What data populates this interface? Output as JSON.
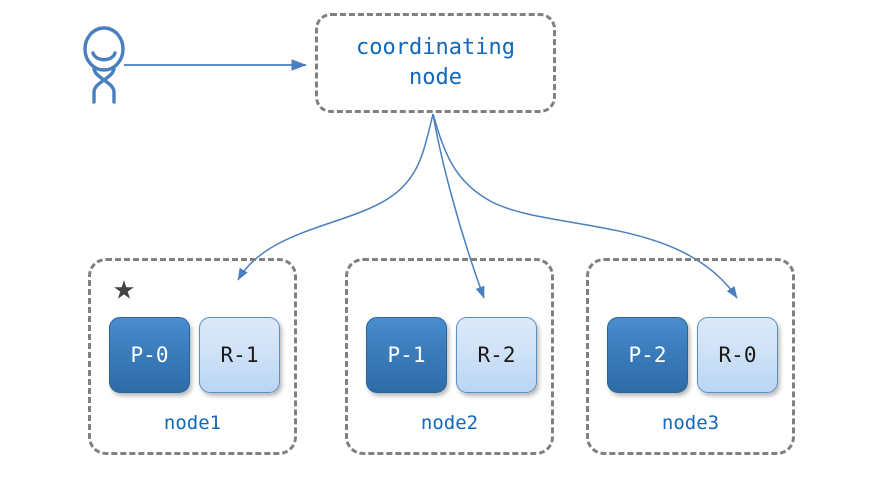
{
  "diagram": {
    "title": "Elasticsearch coordinating node request routing",
    "background_color": "#ffffff",
    "accent_color": "#1168bd",
    "edge_color": "#4a7fbf",
    "group_border_color": "#808080",
    "star_color": "#434343",
    "primary_color": "#3d7ebe",
    "replica_color": "#cfe2f7"
  },
  "actor": {
    "name": "user-actor",
    "icon": "person-stick-figure-icon",
    "label": ""
  },
  "coordinating_node": {
    "label": "coordinating\nnode",
    "line1": "coordinating",
    "line2": "node"
  },
  "edges": [
    {
      "name": "user-to-coordinating-node",
      "from": "user-actor",
      "to": "coordinating-node",
      "style": "straight-arrow"
    },
    {
      "name": "coordinating-node-to-node1-R-1",
      "from": "coordinating-node",
      "to": "R-1",
      "style": "curved-arrow"
    },
    {
      "name": "coordinating-node-to-node2-R-2",
      "from": "coordinating-node",
      "to": "R-2",
      "style": "curved-arrow"
    },
    {
      "name": "coordinating-node-to-node3-R-0",
      "from": "coordinating-node",
      "to": "R-0",
      "style": "curved-arrow"
    }
  ],
  "nodes": [
    {
      "label": "node1",
      "starred": true,
      "star_glyph": "★",
      "shards": [
        {
          "label": "P-0",
          "role": "primary"
        },
        {
          "label": "R-1",
          "role": "replica"
        }
      ]
    },
    {
      "label": "node2",
      "starred": false,
      "star_glyph": "",
      "shards": [
        {
          "label": "P-1",
          "role": "primary"
        },
        {
          "label": "R-2",
          "role": "replica"
        }
      ]
    },
    {
      "label": "node3",
      "starred": false,
      "star_glyph": "",
      "shards": [
        {
          "label": "P-2",
          "role": "primary"
        },
        {
          "label": "R-0",
          "role": "replica"
        }
      ]
    }
  ]
}
